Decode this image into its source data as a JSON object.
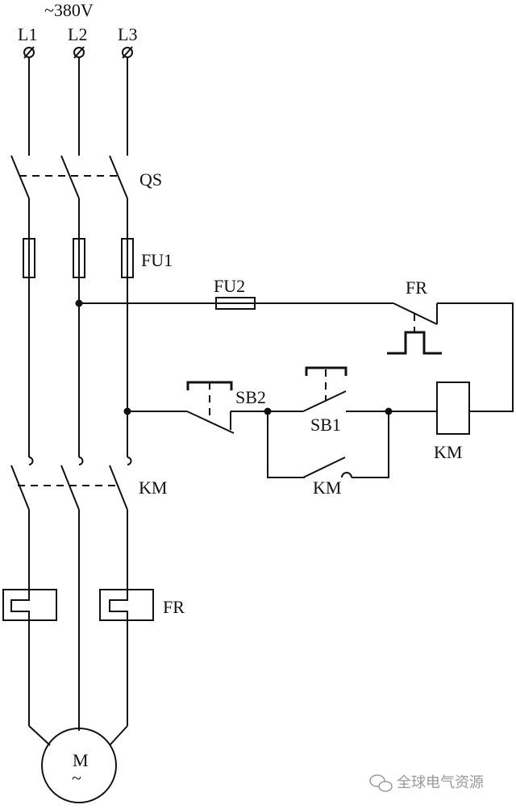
{
  "supply": {
    "voltage": "~380V",
    "phases": [
      "L1",
      "L2",
      "L3"
    ]
  },
  "labels": {
    "qs": "QS",
    "fu1": "FU1",
    "fu2": "FU2",
    "fr_contact": "FR",
    "sb2": "SB2",
    "sb1": "SB1",
    "km_coil": "KM",
    "km_aux": "KM",
    "km_main": "KM",
    "fr_main": "FR",
    "motor": "M",
    "motor_ac": "~"
  },
  "watermark": "全球电气资源"
}
